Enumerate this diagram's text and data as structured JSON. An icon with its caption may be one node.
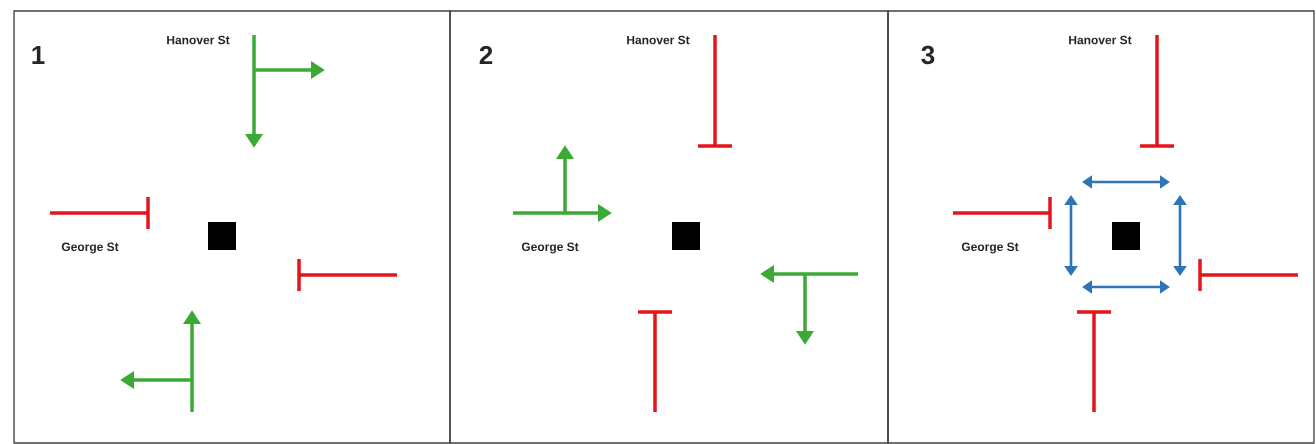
{
  "diagram": {
    "nodes": [
      {
        "text": [
          "1",
          "Hanover St",
          "George St"
        ]
      },
      {
        "text": [
          "2",
          "Hanover St",
          "George St"
        ]
      },
      {
        "text": [
          "3",
          "Hanover St",
          "George St"
        ]
      }
    ]
  }
}
